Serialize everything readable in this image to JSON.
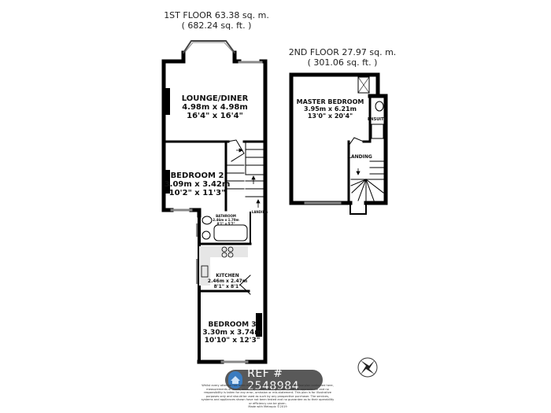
{
  "floors": [
    {
      "id": "first",
      "title": "1ST FLOOR 63.38 sq. m.",
      "subtitle": "( 682.24 sq. ft. )",
      "rooms": [
        {
          "name": "LOUNGE/DINER",
          "metric": "4.98m x 4.98m",
          "imperial": "16'4\" x 16'4\""
        },
        {
          "name": "BEDROOM 2",
          "metric": "3.09m x 3.42m",
          "imperial": "10'2\" x 11'3\""
        },
        {
          "name": "BATHROOM",
          "metric": "2.46m x 1.70m",
          "imperial": "8'1\" x 5'7\""
        },
        {
          "name": "LANDING",
          "metric": "",
          "imperial": ""
        },
        {
          "name": "KITCHEN",
          "metric": "2.46m x 2.47m",
          "imperial": "8'1\" x 8'1\""
        },
        {
          "name": "BEDROOM 3",
          "metric": "3.30m x 3.74m",
          "imperial": "10'10\" x 12'3\""
        }
      ]
    },
    {
      "id": "second",
      "title": "2ND FLOOR 27.97 sq. m.",
      "subtitle": "( 301.06 sq. ft. )",
      "rooms": [
        {
          "name": "MASTER BEDROOM",
          "metric": "3.95m x 6.21m",
          "imperial": "13'0\" x 20'4\""
        },
        {
          "name": "ENSUITE",
          "metric": "",
          "imperial": ""
        },
        {
          "name": "LANDING",
          "metric": "",
          "imperial": ""
        }
      ]
    }
  ],
  "ref_badge": {
    "icon": "home-icon",
    "text": "REF # 2548984",
    "accent": "#3a7bbf"
  },
  "disclaimer": {
    "text": "Whilst every attempt has been made to ensure the accuracy of the floorplan contained here, measurements of doors, windows, rooms and any other items are approximate and no responsibility is taken for any error, omission or mis-statement. This plan is for illustrative purposes only and should be used as such by any prospective purchaser. The services, systems and appliances shown have not been tested and no guarantee as to their operability or efficiency can be given.",
    "credit": "Made with Metropix ©2019"
  },
  "compass": {
    "icon": "compass-icon"
  }
}
